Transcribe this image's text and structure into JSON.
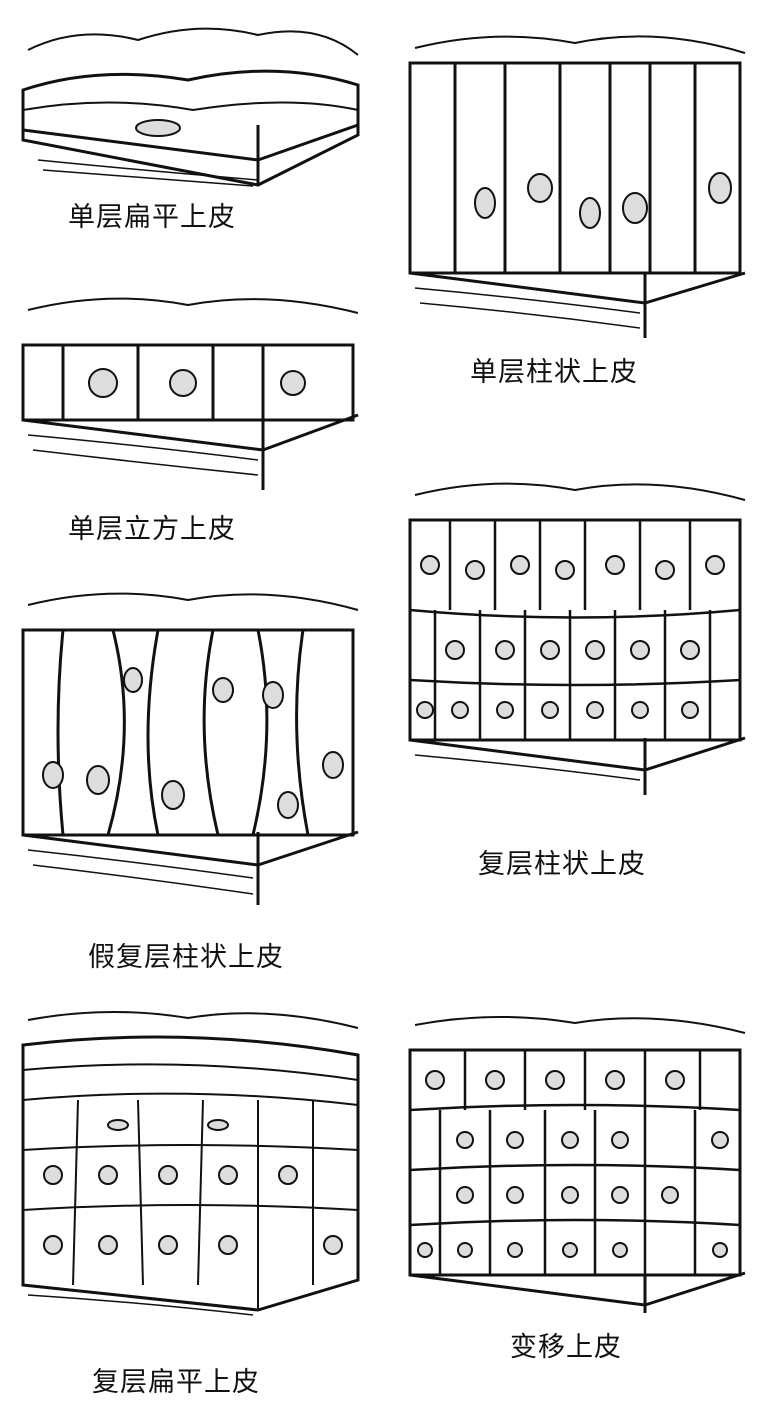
{
  "labels": {
    "simple_squamous": "单层扁平上皮",
    "simple_columnar": "单层柱状上皮",
    "simple_cuboidal": "单层立方上皮",
    "stratified_columnar": "复层柱状上皮",
    "pseudostratified_columnar": "假复层柱状上皮",
    "stratified_squamous": "复层扁平上皮",
    "transitional": "变移上皮"
  }
}
